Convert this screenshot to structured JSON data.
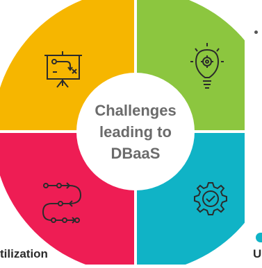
{
  "center": {
    "line1": "Challenges",
    "line2": "leading to",
    "line3": "DBaaS"
  },
  "quadrants": [
    {
      "position": "top-left",
      "color": "#f6b600",
      "icon": "presentation-board-icon"
    },
    {
      "position": "top-right",
      "color": "#8cc63f",
      "icon": "lightbulb-gear-icon"
    },
    {
      "position": "bottom-right",
      "color": "#10b3c6",
      "icon": "gear-check-icon"
    },
    {
      "position": "bottom-left",
      "color": "#ee1d54",
      "icon": "workflow-arrows-icon"
    }
  ],
  "captions": {
    "bottom_left": "tilization",
    "bottom_right": "U"
  },
  "colors": {
    "center_fill": "#ffffff",
    "center_text": "#6b6b6b",
    "icon_stroke": "#2b2b2b"
  }
}
